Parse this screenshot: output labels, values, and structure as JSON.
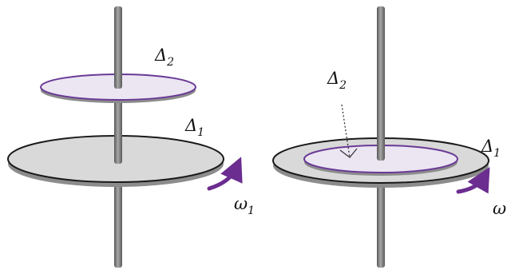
{
  "left_figure": {
    "disc_top_label": {
      "base": "Δ",
      "sub": "2"
    },
    "disc_bottom_label": {
      "base": "Δ",
      "sub": "1"
    },
    "angular_velocity_label": {
      "base": "ω",
      "sub": "1"
    }
  },
  "right_figure": {
    "disc_inner_label": {
      "base": "Δ",
      "sub": "2"
    },
    "disc_outer_label": {
      "base": "Δ",
      "sub": "1"
    },
    "angular_velocity_label": {
      "base": "ω",
      "sub": ""
    }
  },
  "colors": {
    "axle": "#6e6e6e",
    "axle_highlight": "#a8a8a8",
    "disc_light_fill": "#ebe6f2",
    "disc_light_edge": "#6a3a96",
    "disc_gray_fill": "#d9d9d9",
    "disc_gray_edge": "#1a1a1a",
    "disc_shadow": "#8c8c8c",
    "rotation_arrow": "#6b2d8f"
  }
}
